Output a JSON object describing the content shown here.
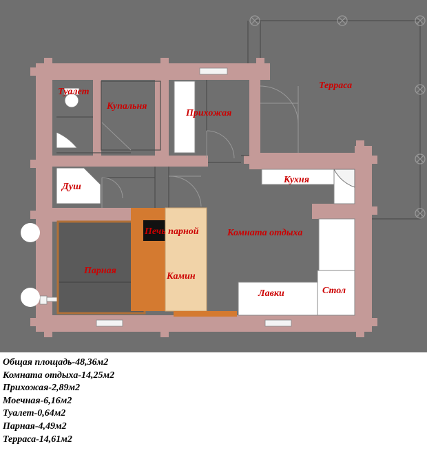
{
  "plan": {
    "rooms": {
      "toilet": "Туалет",
      "bathing": "Купальня",
      "hallway": "Прихожая",
      "terrace": "Терраса",
      "kitchen": "Кухня",
      "shower": "Душ",
      "stove": "Печь парной",
      "rest_room": "Комната отдыха",
      "steam_room": "Парная",
      "fireplace": "Камин",
      "benches": "Лавки",
      "table": "Стол"
    },
    "colors": {
      "background": "#6f6f6f",
      "wall": "#c49a98",
      "floor_line": "#4d4d4d",
      "furniture": "#ffffff",
      "steam_room_border": "#b07038",
      "stove_orange": "#d47a30",
      "fireplace_floor": "#f1d3a8",
      "label": "#cc0000"
    }
  },
  "legend": {
    "items": [
      "Общая площадь-48,36м2",
      "Комната отдыха-14,25м2",
      "Прихожая-2,89м2",
      "Моечная-6,16м2",
      "Туалет-0,64м2",
      "Парная-4,49м2",
      "Терраса-14,61м2"
    ]
  }
}
